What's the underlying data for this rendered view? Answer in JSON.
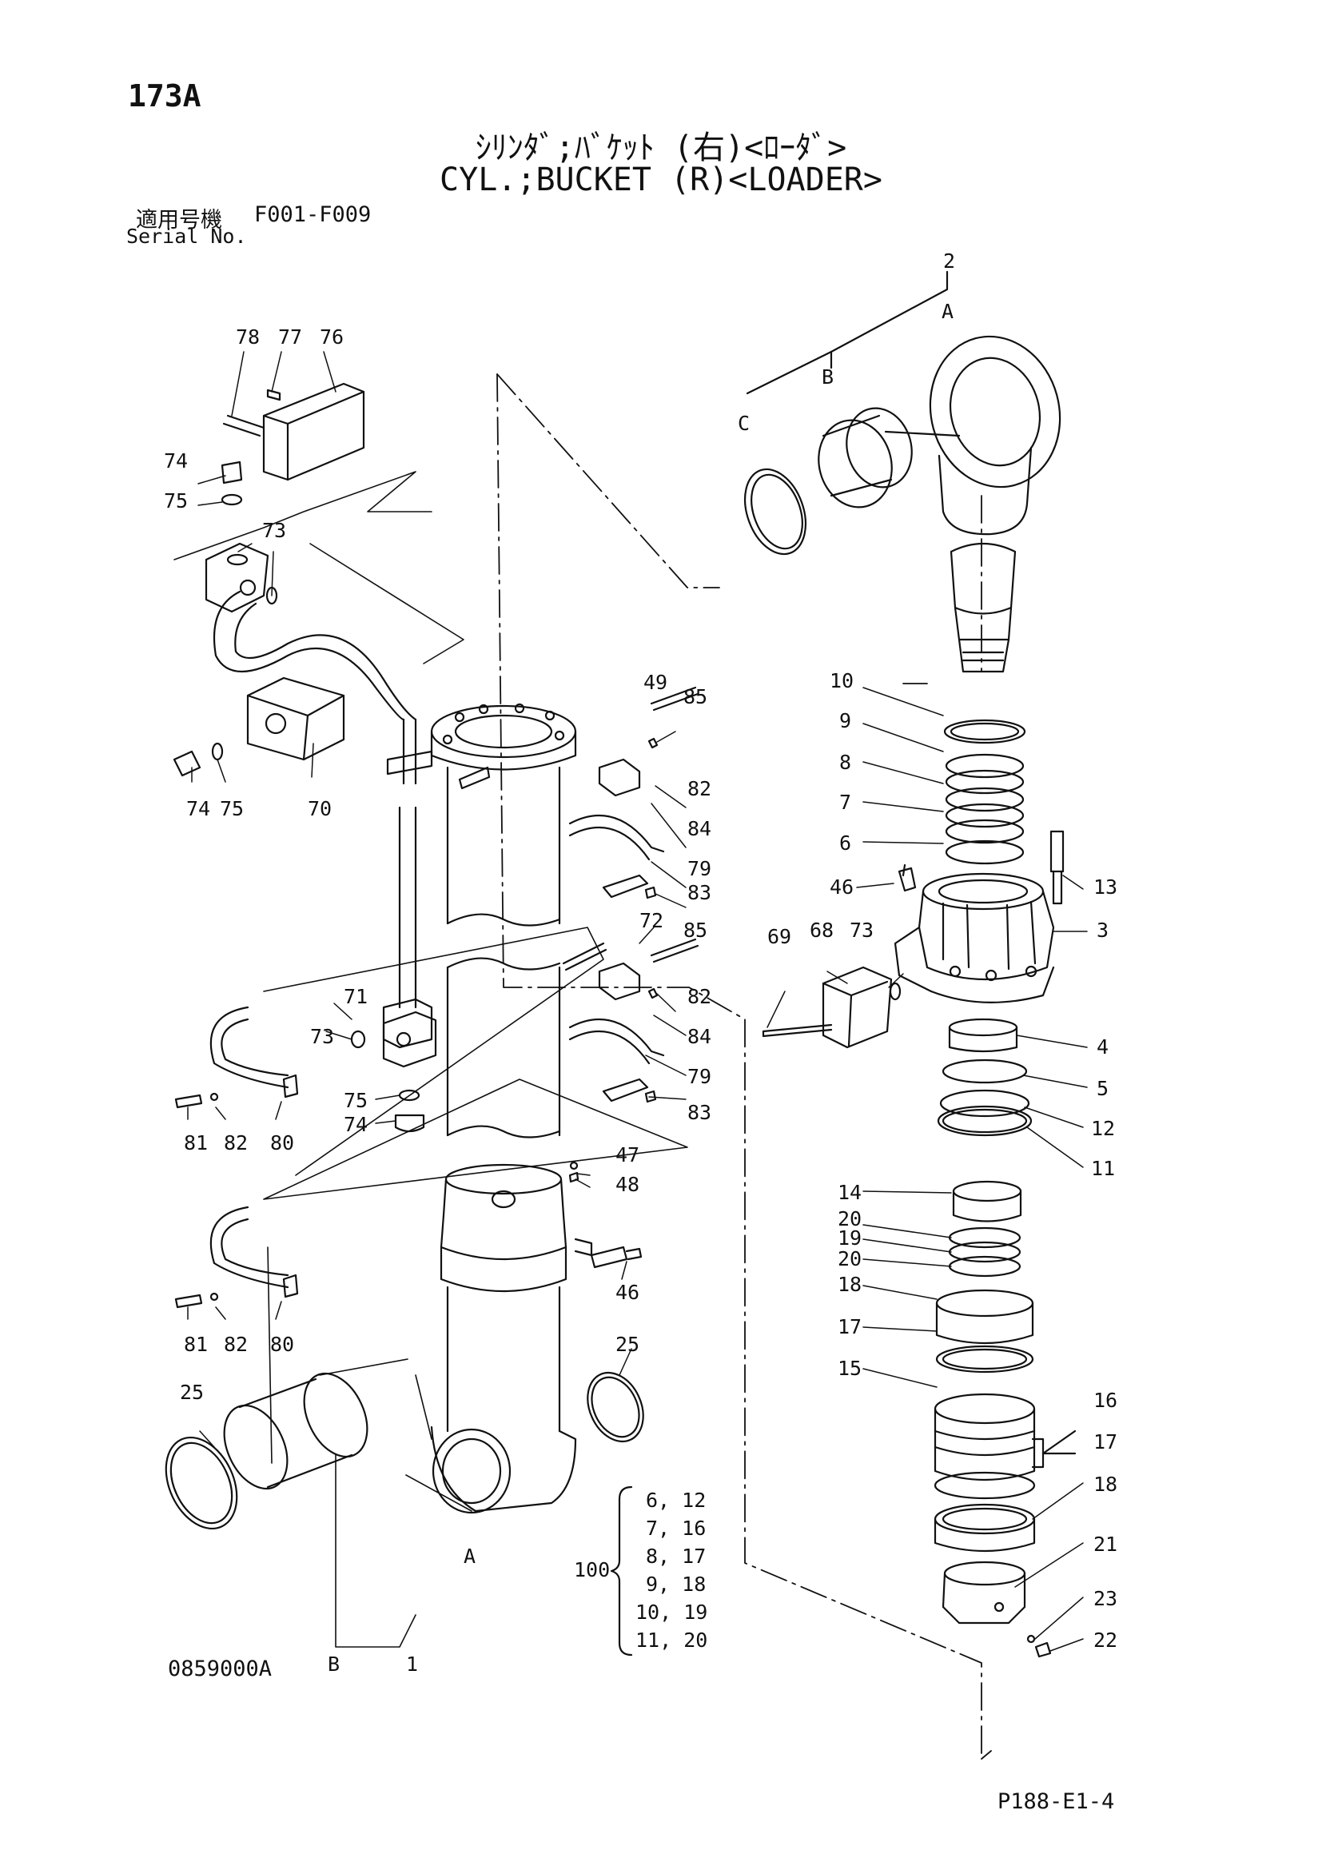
{
  "page_number": "173A",
  "title_jp": "ｼﾘﾝﾀﾞ;ﾊﾞｹｯﾄ (右)<ﾛｰﾀﾞ>",
  "title_en": "CYL.;BUCKET (R)<LOADER>",
  "serial": {
    "label_jp": "適用号機",
    "label_en": "Serial No.",
    "value": "F001-F009"
  },
  "drawing_number": "0859000A",
  "page_ref": "P188-E1-4",
  "kit_label": "100",
  "kit_rows": [
    "6, 12",
    "7, 16",
    "8, 17",
    "9, 18",
    "10, 19",
    "11, 20"
  ],
  "callouts": {
    "p1": "1",
    "p2": "2",
    "p3": "3",
    "p4": "4",
    "p5": "5",
    "p6": "6",
    "p7": "7",
    "p8": "8",
    "p9": "9",
    "p10": "10",
    "p11": "11",
    "p12": "12",
    "p13": "13",
    "p14": "14",
    "p15": "15",
    "p16": "16",
    "p17": "17",
    "p18": "18",
    "p19": "19",
    "p20": "20",
    "p21": "21",
    "p22": "22",
    "p23": "23",
    "p25": "25",
    "p46": "46",
    "p47": "47",
    "p48": "48",
    "p49": "49",
    "p68": "68",
    "p69": "69",
    "p70": "70",
    "p71": "71",
    "p72": "72",
    "p73": "73",
    "p74": "74",
    "p75": "75",
    "p76": "76",
    "p77": "77",
    "p78": "78",
    "p79": "79",
    "p80": "80",
    "p81": "81",
    "p82": "82",
    "p83": "83",
    "p84": "84",
    "p85": "85",
    "lA": "A",
    "lB": "B",
    "lC": "C"
  }
}
